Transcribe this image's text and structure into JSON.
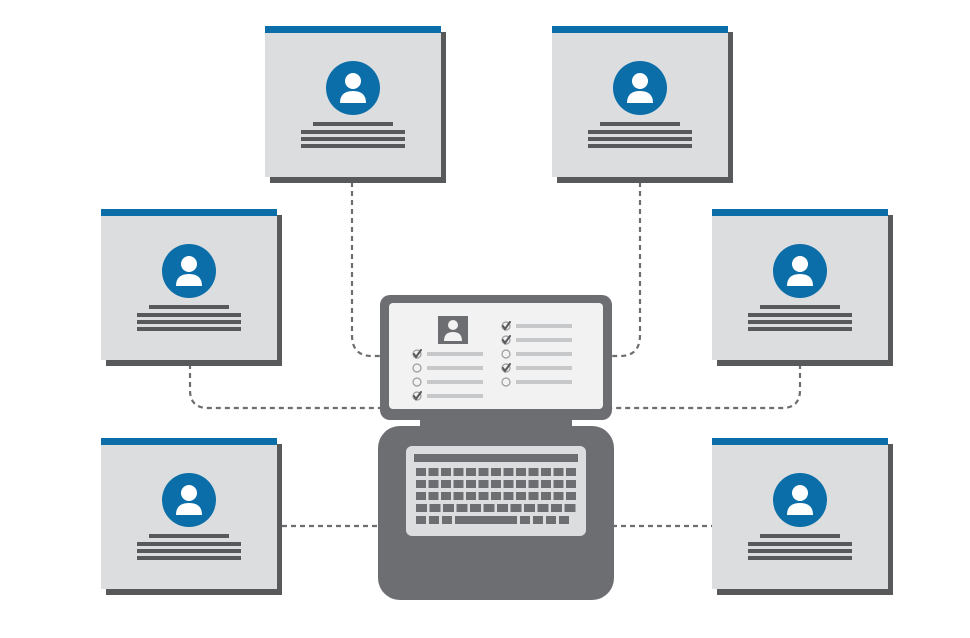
{
  "diagram": {
    "type": "network-diagram",
    "central_device": "laptop-icon",
    "profile_card_count": 6,
    "connector_style": "dashed",
    "colors": {
      "accent_blue": "#0b6ea8",
      "card_fill": "#dcdddf",
      "card_shadow": "#58595b",
      "line_gray": "#6d6e71",
      "laptop_body": "#6d6e71",
      "screen_fill": "#f2f2f2",
      "check_gray": "#58595b"
    },
    "laptop_screen": {
      "left_column_checks": [
        true,
        false,
        false,
        true
      ],
      "right_column_checks": [
        true,
        true,
        false,
        true,
        false
      ]
    }
  }
}
